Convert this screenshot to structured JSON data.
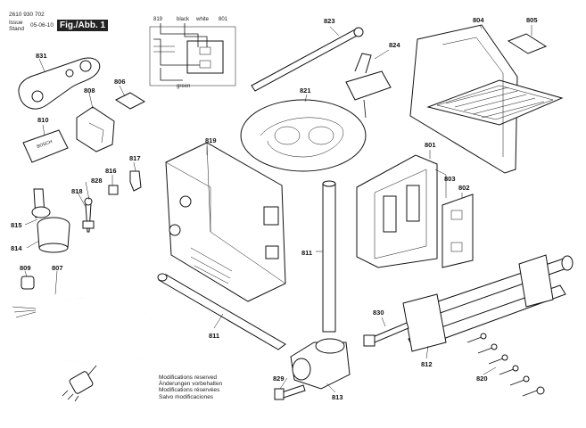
{
  "header": {
    "doc_number": "2610 930 702",
    "issue_label": "Issue",
    "stand_label": "Stand",
    "date": "05-06-10",
    "fig_label": "Fig./Abb. 1"
  },
  "wiring": {
    "labels": [
      "819",
      "black",
      "white",
      "801"
    ],
    "green_label": "green"
  },
  "parts": [
    {
      "id": "831",
      "label": "831"
    },
    {
      "id": "808",
      "label": "808"
    },
    {
      "id": "806",
      "label": "806"
    },
    {
      "id": "810",
      "label": "810"
    },
    {
      "id": "816",
      "label": "816"
    },
    {
      "id": "817",
      "label": "817"
    },
    {
      "id": "818",
      "label": "818"
    },
    {
      "id": "828",
      "label": "828"
    },
    {
      "id": "815",
      "label": "815"
    },
    {
      "id": "814",
      "label": "814"
    },
    {
      "id": "809",
      "label": "809"
    },
    {
      "id": "807",
      "label": "807"
    },
    {
      "id": "819",
      "label": "819"
    },
    {
      "id": "821",
      "label": "821"
    },
    {
      "id": "823",
      "label": "823"
    },
    {
      "id": "824",
      "label": "824"
    },
    {
      "id": "804",
      "label": "804"
    },
    {
      "id": "805",
      "label": "805"
    },
    {
      "id": "801",
      "label": "801"
    },
    {
      "id": "803",
      "label": "803"
    },
    {
      "id": "802",
      "label": "802"
    },
    {
      "id": "811a",
      "label": "811"
    },
    {
      "id": "811b",
      "label": "811"
    },
    {
      "id": "830",
      "label": "830"
    },
    {
      "id": "812",
      "label": "812"
    },
    {
      "id": "820",
      "label": "820"
    },
    {
      "id": "829",
      "label": "829"
    },
    {
      "id": "813",
      "label": "813"
    }
  ],
  "notes": [
    "Modifications reserved",
    "Änderungen vorbehalten",
    "Modifications réservées",
    "Salvo modificaciones"
  ]
}
